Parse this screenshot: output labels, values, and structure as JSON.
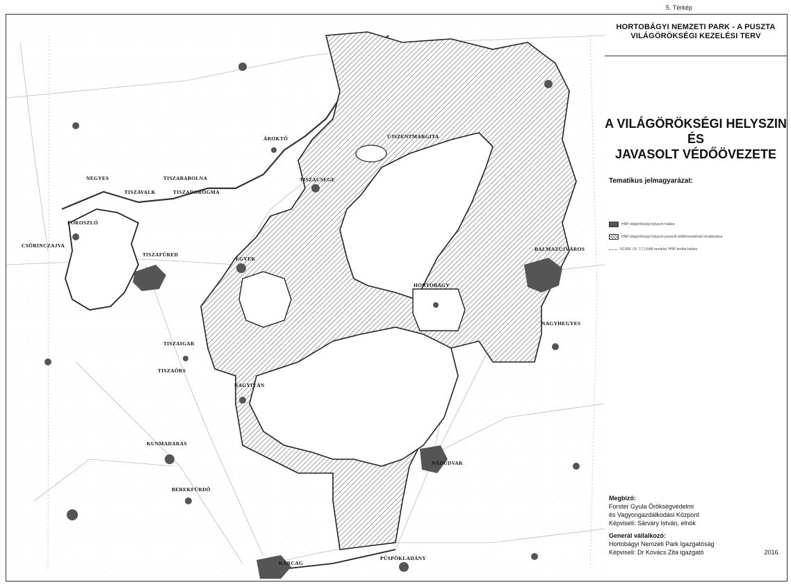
{
  "map_number": "5. Térkép",
  "panel": {
    "title_line1": "HORTOBÁGYI NEMZETI PARK - A PUSZTA",
    "title_line2": "VILÁGÖRÖKSÉGI KEZELÉSI TERV",
    "map_title_line1": "A VILÁGÖRÖKSÉGI HELYSZIN ÉS",
    "map_title_line2": "JAVASOLT VÉDŐÖVEZETE",
    "legend_heading": "Tematikus jelmagyarázat:",
    "legend": [
      {
        "symbol": "solid",
        "label": "HNP világörökségi helyszín határa"
      },
      {
        "symbol": "hatch",
        "label": "HNP világörökségi helyszín javasolt védőövezetének lehatárolása"
      },
      {
        "symbol": "dotted-line",
        "label": "5/1999. (XI. 17.) KöM rendelet, HNP terület határa"
      }
    ],
    "client_label": "Megbízó:",
    "client_name1": "Forster Gyula Örökségvédelmi",
    "client_name2": "és Vagyongazdálkodási Központ",
    "client_rep": "Képviseli: Sárváry István, elnök",
    "contractor_label": "Generál vállalkozó:",
    "contractor_name": "Hortobágyi Nemzeti Park Igazgatóság",
    "contractor_rep": "Képviseli: Dr Kovács Zita igazgató",
    "year": "2016."
  },
  "places": [
    {
      "id": "abadszalok-up",
      "name": "ÁROKTŐ"
    },
    {
      "id": "ujszentmargita",
      "name": "ÚJSZENTMARGITA"
    },
    {
      "id": "tiszacsege",
      "name": "TISZACSEGE"
    },
    {
      "id": "negyes",
      "name": "NEGYES"
    },
    {
      "id": "tiszavalk",
      "name": "TISZAVALK"
    },
    {
      "id": "tiszababolna",
      "name": "TISZABABOLNA"
    },
    {
      "id": "tiszadorogma",
      "name": "TISZADOROGMA"
    },
    {
      "id": "poroszlo",
      "name": "POROSZLÓ"
    },
    {
      "id": "sarud",
      "name": "CSÖRINCZAJVA"
    },
    {
      "id": "egyek",
      "name": "EGYEK"
    },
    {
      "id": "tiszafured",
      "name": "TISZAFÜRED"
    },
    {
      "id": "balmazujvaros",
      "name": "BALMAZÚJVÁROS"
    },
    {
      "id": "hortobagy",
      "name": "HORTOBÁGY"
    },
    {
      "id": "nagyhegyes",
      "name": "NAGYHEGYES"
    },
    {
      "id": "tiszaigar",
      "name": "TISZAIGAR"
    },
    {
      "id": "tiszaors",
      "name": "TISZAÖRS"
    },
    {
      "id": "nagyivan",
      "name": "NAGYIVÁN"
    },
    {
      "id": "kunmadaras",
      "name": "KUNMADARAS"
    },
    {
      "id": "nadudvar",
      "name": "NÁDUDVAR"
    },
    {
      "id": "berekfurdo",
      "name": "BEREKFÜRDŐ"
    },
    {
      "id": "karcag",
      "name": "KARCAG"
    },
    {
      "id": "puspokladany",
      "name": "PÜSPÖKLADÁNY"
    }
  ]
}
